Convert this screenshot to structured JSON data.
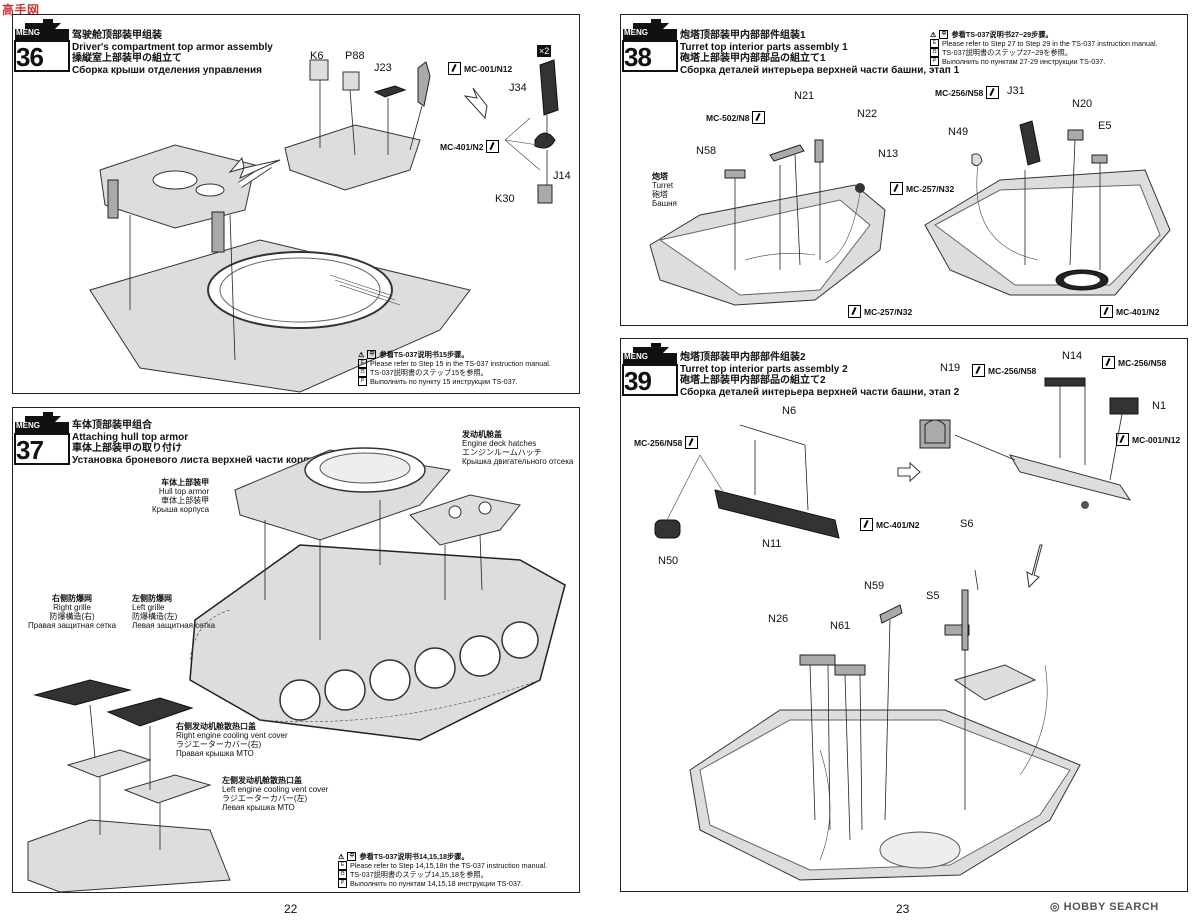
{
  "watermark_logo": "高手网",
  "page_left": "22",
  "page_right": "23",
  "footer_brand": "HOBBY SEARCH",
  "logo_word": "MENG",
  "step36": {
    "num": "36",
    "zh": "驾驶舱顶部装甲组装",
    "en": "Driver's compartment top armor assembly",
    "jp": "操縦室上部装甲の組立て",
    "ru": "Сборка крыши отделения управления",
    "parts": [
      "K6",
      "P88",
      "J23",
      "J34",
      "J14",
      "K30"
    ],
    "qty": "×2",
    "paints": [
      "MC-001/N12",
      "MC-401/N2"
    ],
    "note": {
      "zh": "参看TS-037说明书15步骤。",
      "en": "Please refer to Step 15 in the TS-037 instruction manual.",
      "jp": "TS-037説明書のステップ15を参照。",
      "ru": "Выполнить по пункту 15 инструкции TS-037."
    }
  },
  "step37": {
    "num": "37",
    "zh": "车体顶部装甲组合",
    "en": "Attaching hull top armor",
    "jp": "車体上部装甲の取り付け",
    "ru": "Установка броневого листа верхней части корпуса",
    "hull_top": {
      "zh": "车体上部装甲",
      "en": "Hull top armor",
      "jp": "車体上部装甲",
      "ru": "Крыша корпуса"
    },
    "engine_deck": {
      "zh": "发动机舱盖",
      "en": "Engine deck hatches",
      "jp": "エンジンルームハッチ",
      "ru": "Крышка двигательного отсека"
    },
    "right_grille": {
      "zh": "右侧防爆网",
      "en": "Right grille",
      "jp": "防爆構造(右)",
      "ru": "Правая защитная сетка"
    },
    "left_grille": {
      "zh": "左侧防爆网",
      "en": "Left grille",
      "jp": "防爆構造(左)",
      "ru": "Левая защитная сетка"
    },
    "right_vent": {
      "zh": "右侧发动机舱散热口盖",
      "en": "Right engine cooling vent cover",
      "jp": "ラジエーターカバー(右)",
      "ru": "Правая крышка МТО"
    },
    "left_vent": {
      "zh": "左侧发动机舱散热口盖",
      "en": "Left engine cooling vent cover",
      "jp": "ラジエーターカバー(左)",
      "ru": "Левая крышка МТО"
    },
    "note": {
      "zh": "参看TS-037说明书14,15,18步骤。",
      "en": "Please refer to Step  14,15,18n the TS-037 instruction manual.",
      "jp": "TS-037説明書のステップ14,15,18を参照。",
      "ru": "Выполнить по пунктам 14,15,18 инструкции TS-037."
    }
  },
  "step38": {
    "num": "38",
    "zh": "炮塔顶部装甲内部部件组装1",
    "en": "Turret top interior parts assembly 1",
    "jp": "砲塔上部装甲内部部品の組立て1",
    "ru": "Сборка деталей интерьера верхней части башни, этап 1",
    "turret": {
      "zh": "炮塔",
      "en": "Turret",
      "jp": "砲塔",
      "ru": "Башня"
    },
    "parts": [
      "N21",
      "N22",
      "N58",
      "N13",
      "J31",
      "N20",
      "N49",
      "E5"
    ],
    "paints": [
      "MC-502/N8",
      "MC-257/N32",
      "MC-256/N58",
      "MC-257/N32",
      "MC-401/N2"
    ],
    "note": {
      "zh": "参看TS-037说明书27~29步骤。",
      "en": "Please refer to Step 27 to Step 29 in the TS-037 instruction manual.",
      "jp": "TS-037説明書のステップ27~29を参照。",
      "ru": "Выполнить по пунктам 27-29 инструкции TS-037."
    }
  },
  "step39": {
    "num": "39",
    "zh": "炮塔顶部装甲内部部件组装2",
    "en": "Turret top interior parts assembly  2",
    "jp": "砲塔上部装甲内部部品の組立て2",
    "ru": "Сборка деталей интерьера верхней части башни, этап 2",
    "parts": [
      "N19",
      "N14",
      "N1",
      "N6",
      "N50",
      "N11",
      "S6",
      "N59",
      "S5",
      "N26",
      "N61"
    ],
    "paints": [
      "MC-256/N58",
      "MC-256/N58",
      "MC-001/N12",
      "MC-256/N58",
      "MC-401/N2"
    ]
  }
}
